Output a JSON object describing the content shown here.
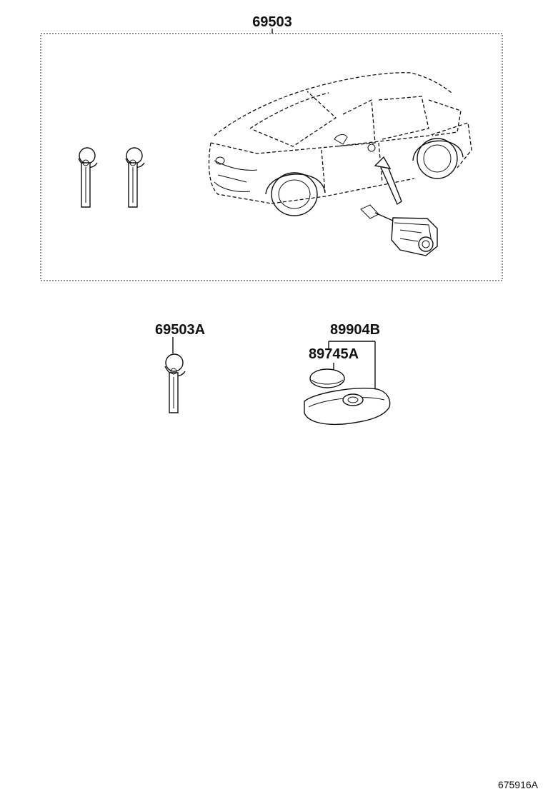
{
  "parts": {
    "kit": "69503",
    "key_blade": "69503A",
    "transmitter": "89904B",
    "battery": "89745A"
  },
  "figure_id": "675916A"
}
